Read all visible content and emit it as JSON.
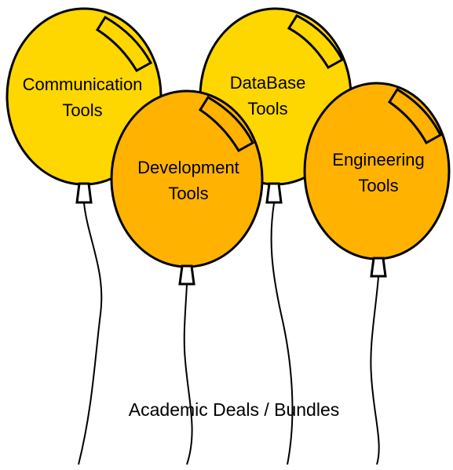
{
  "colors": {
    "yellow": "#FFD700",
    "orange": "#FFB300",
    "stroke": "#000000"
  },
  "balloons": [
    {
      "id": "communication",
      "line1": "Communication",
      "line2": "Tools",
      "color": "yellow"
    },
    {
      "id": "database",
      "line1": "DataBase",
      "line2": "Tools",
      "color": "yellow"
    },
    {
      "id": "development",
      "line1": "Development",
      "line2": "Tools",
      "color": "orange"
    },
    {
      "id": "engineering",
      "line1": "Engineering",
      "line2": "Tools",
      "color": "orange"
    }
  ],
  "caption": "Academic Deals / Bundles"
}
